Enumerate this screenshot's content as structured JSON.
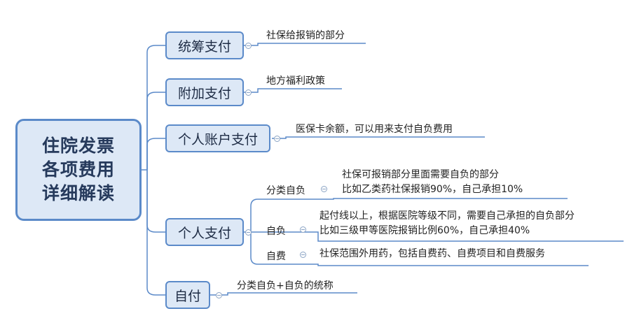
{
  "root": {
    "lines": [
      "住院发票",
      "各项费用",
      "详细解读"
    ]
  },
  "topics": [
    {
      "label": "统筹支付",
      "note": "社保给报销的部分"
    },
    {
      "label": "附加支付",
      "note": "地方福利政策"
    },
    {
      "label": "个人账户支付",
      "note": "医保卡余额，可以用来支付自负费用"
    },
    {
      "label": "个人支付"
    },
    {
      "label": "自付",
      "note": "分类自负+自负的统称"
    }
  ],
  "personal_pay": [
    {
      "label": "分类自负",
      "notes": [
        "社保可报销部分里面需要自负的部分",
        "比如乙类药社保报销90%，自己承担10%"
      ]
    },
    {
      "label": "自负",
      "notes": [
        "起付线以上，根据医院等级不同，需要自己承担的自负部分",
        "比如三级甲等医院报销比例60%，自己承担40%"
      ]
    },
    {
      "label": "自费",
      "notes": [
        "社保范围外用药，包括自费药、自费项目和自费服务"
      ]
    }
  ]
}
